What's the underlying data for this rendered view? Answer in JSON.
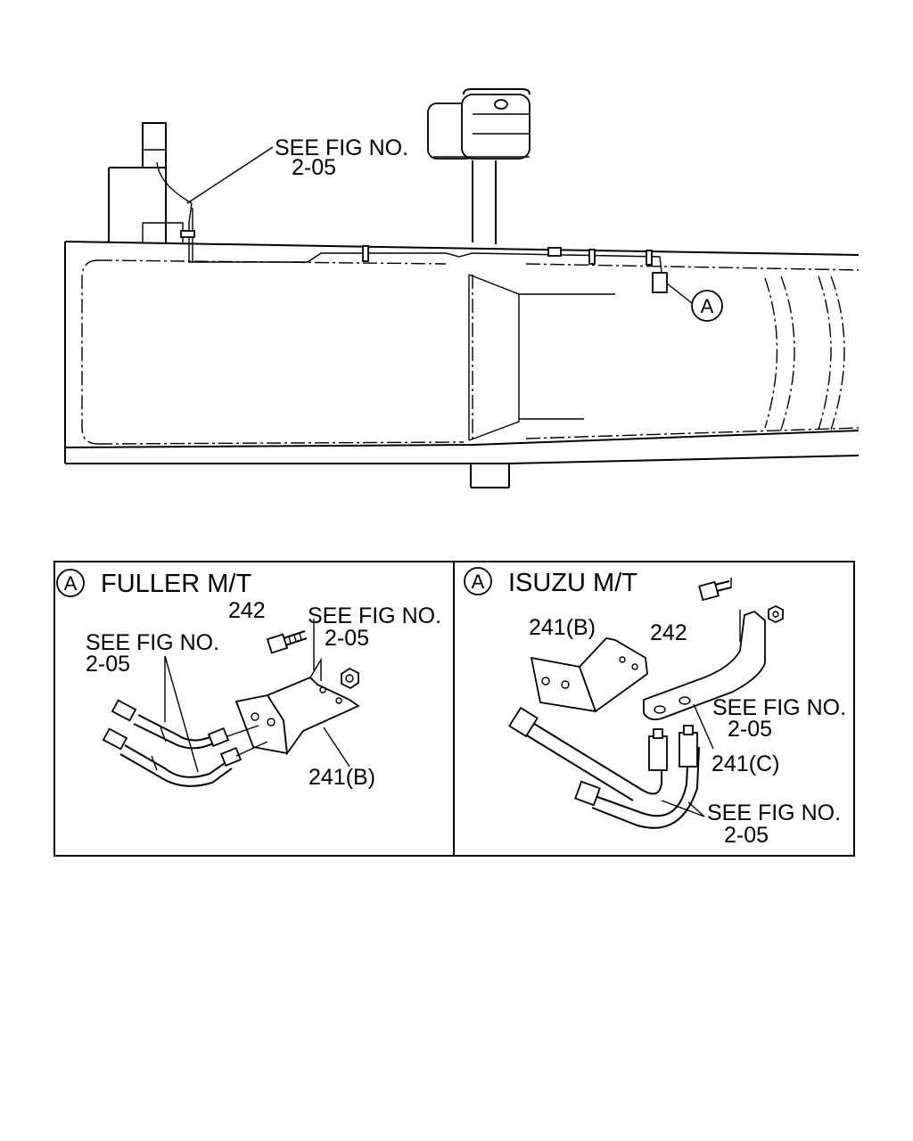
{
  "overview": {
    "see_fig_label": "SEE FIG NO.",
    "see_fig_number": "2-05",
    "callout_letter": "A"
  },
  "detail_fuller": {
    "callout_letter": "A",
    "title": "FULLER M/T",
    "part_bolt": "242",
    "part_bracket": "241(B)",
    "see_fig_right_label": "SEE FIG NO.",
    "see_fig_right_number": "2-05",
    "see_fig_left_label": "SEE FIG NO.",
    "see_fig_left_number": "2-05"
  },
  "detail_isuzu": {
    "callout_letter": "A",
    "title": "ISUZU M/T",
    "part_bracket_b": "241(B)",
    "part_bolt": "242",
    "part_bracket_c": "241(C)",
    "see_fig_upper_label": "SEE FIG NO.",
    "see_fig_upper_number": "2-05",
    "see_fig_lower_label": "SEE FIG NO.",
    "see_fig_lower_number": "2-05"
  }
}
